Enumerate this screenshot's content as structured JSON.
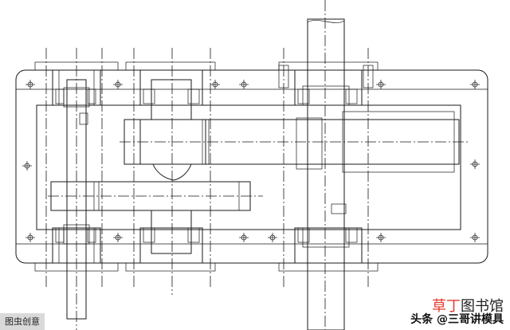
{
  "watermarks": {
    "bottom_left": "图虫创意",
    "site_logo_red": "草丁",
    "site_logo_dark": "图书馆",
    "author": "头条 @三哥讲模具"
  }
}
